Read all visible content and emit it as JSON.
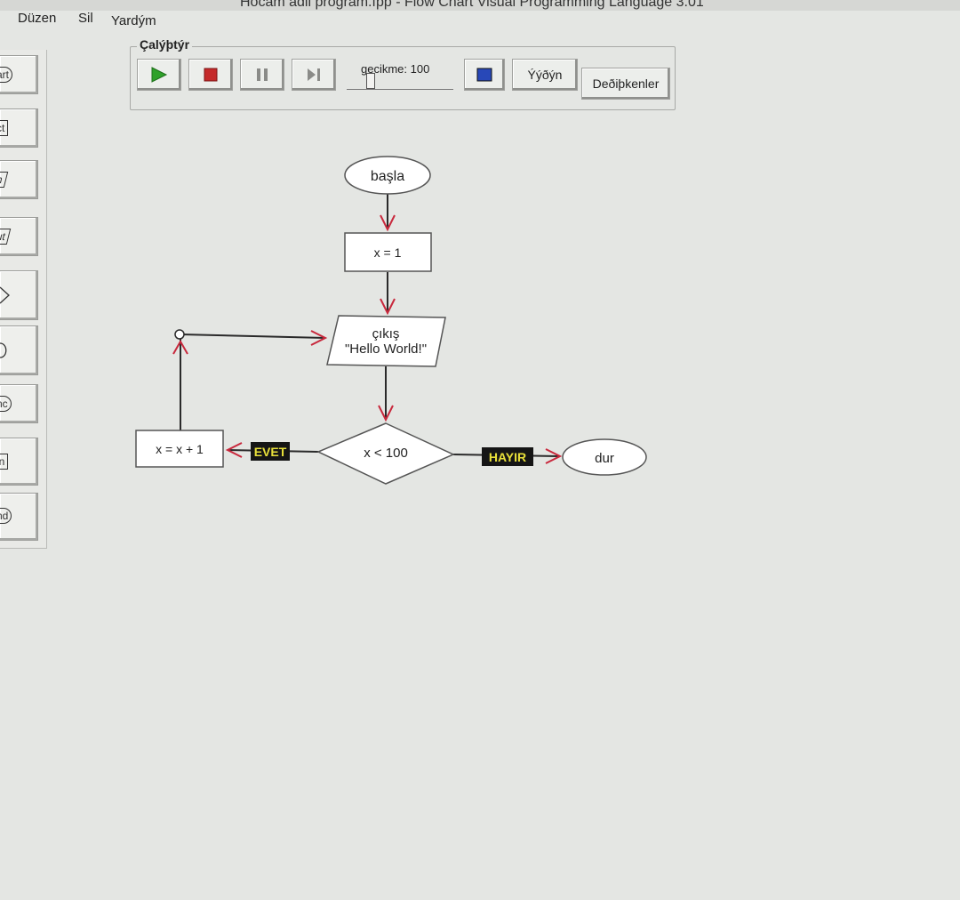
{
  "window": {
    "title": "Hocam adli program.fpp - Flow Chart Visual Programming Language 3.01"
  },
  "menu": {
    "items": [
      "Düzen",
      "Sil",
      "Yardým"
    ]
  },
  "palette": {
    "items": [
      "art",
      "ct",
      "n",
      "ut",
      "",
      "",
      "nc",
      "in",
      "nd"
    ]
  },
  "toolbar": {
    "group_label": "Çalýþtýr",
    "delay_label": "gecikme: 100",
    "watch_label": "Ýýðýn",
    "variables_label": "Deðiþkenler",
    "delay_value": 100
  },
  "flowchart": {
    "start_label": "başla",
    "assign_label": "x = 1",
    "output_line1": "çıkış",
    "output_line2": "\"Hello World!\"",
    "condition_label": "x < 100",
    "yes_label": "EVET",
    "no_label": "HAYIR",
    "increment_label": "x = x + 1",
    "end_label": "dur"
  },
  "colors": {
    "background": "#e4e6e3",
    "arrow_head": "#c8283c",
    "play_icon": "#2fa12a",
    "stop_icon": "#c52a2a",
    "color_button": "#2848b8",
    "badge_bg": "#151515",
    "badge_text": "#e8e03a"
  }
}
